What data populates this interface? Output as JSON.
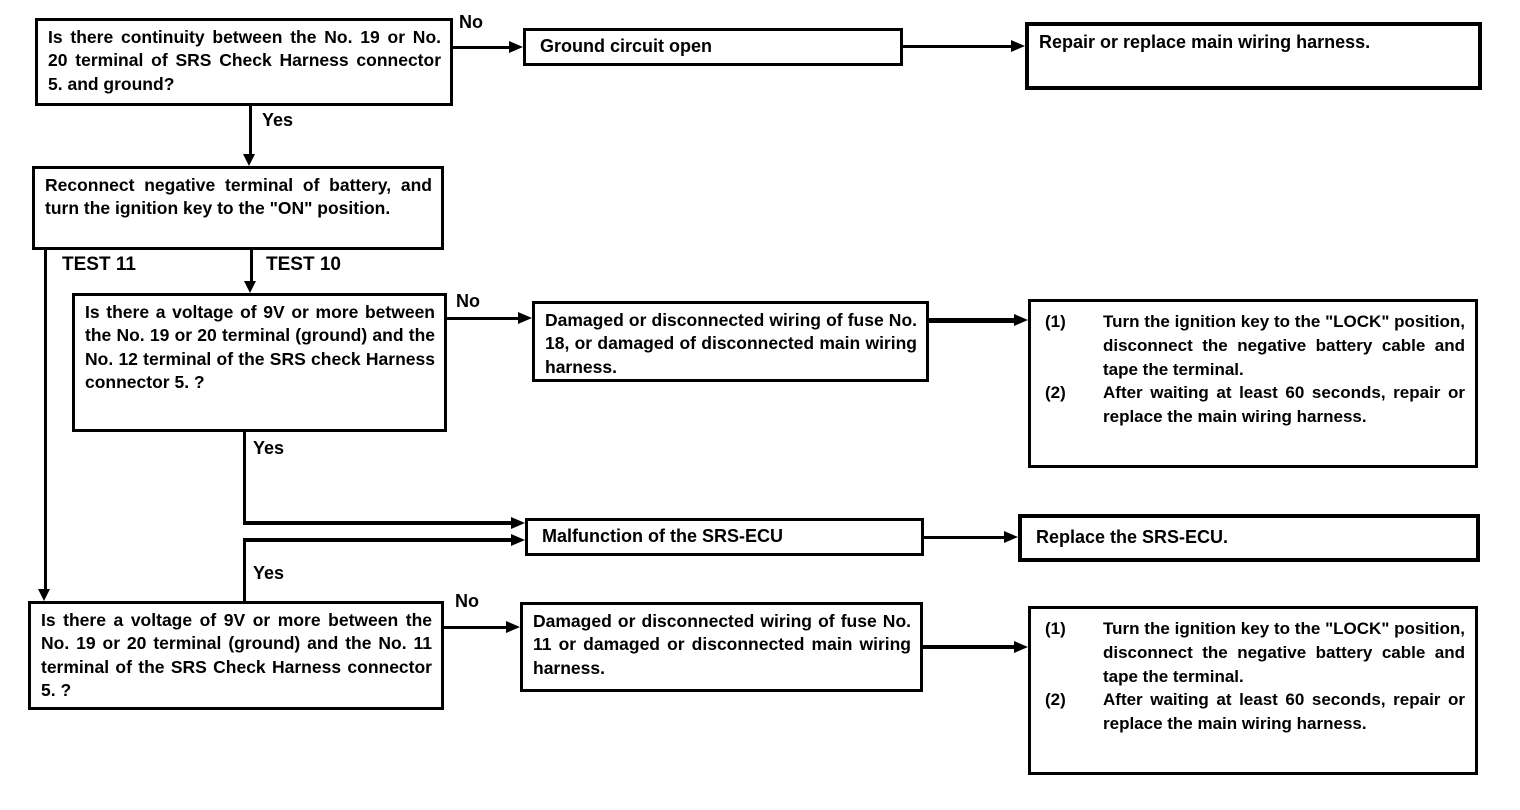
{
  "colors": {
    "ink": "#000000",
    "paper": "#ffffff"
  },
  "flowchart": {
    "q1": "Is there continuity between the No. 19 or No. 20 terminal of SRS Check Harness connector 5. and ground?",
    "ground_open": "Ground circuit open",
    "repair_harness": "Repair or replace main wiring harness.",
    "reconnect": "Reconnect negative terminal of battery, and turn the ignition key to the \"ON\" position.",
    "test10_label": "TEST 10",
    "test11_label": "TEST 11",
    "q2": "Is there a voltage of 9V or more between the No. 19 or 20 terminal (ground) and the No. 12 terminal of the SRS check Harness connector 5. ?",
    "fuse18": "Damaged or disconnected wiring of fuse No. 18, or damaged of disconnected main wiring harness.",
    "action_lock_1": {
      "items": [
        {
          "num": "(1)",
          "text": "Turn the ignition key to the \"LOCK\" position, disconnect the negative battery cable and tape the terminal."
        },
        {
          "num": "(2)",
          "text": "After waiting at least 60 seconds, repair or replace the main wiring harness."
        }
      ]
    },
    "malfunction": "Malfunction of the SRS-ECU",
    "replace_ecu": "Replace the SRS-ECU.",
    "q3": "Is there a voltage of 9V or more between the No. 19 or 20 terminal (ground) and the No. 11 terminal of the SRS Check Harness connector 5. ?",
    "fuse11": "Damaged or disconnected wiring of fuse No. 11 or damaged or disconnected main wiring harness.",
    "action_lock_2": {
      "items": [
        {
          "num": "(1)",
          "text": "Turn the ignition key to the \"LOCK\" position, disconnect the negative battery cable and tape the terminal."
        },
        {
          "num": "(2)",
          "text": "After waiting at least 60 seconds, repair or replace the main wiring harness."
        }
      ]
    },
    "labels": {
      "no": "No",
      "yes": "Yes"
    }
  }
}
